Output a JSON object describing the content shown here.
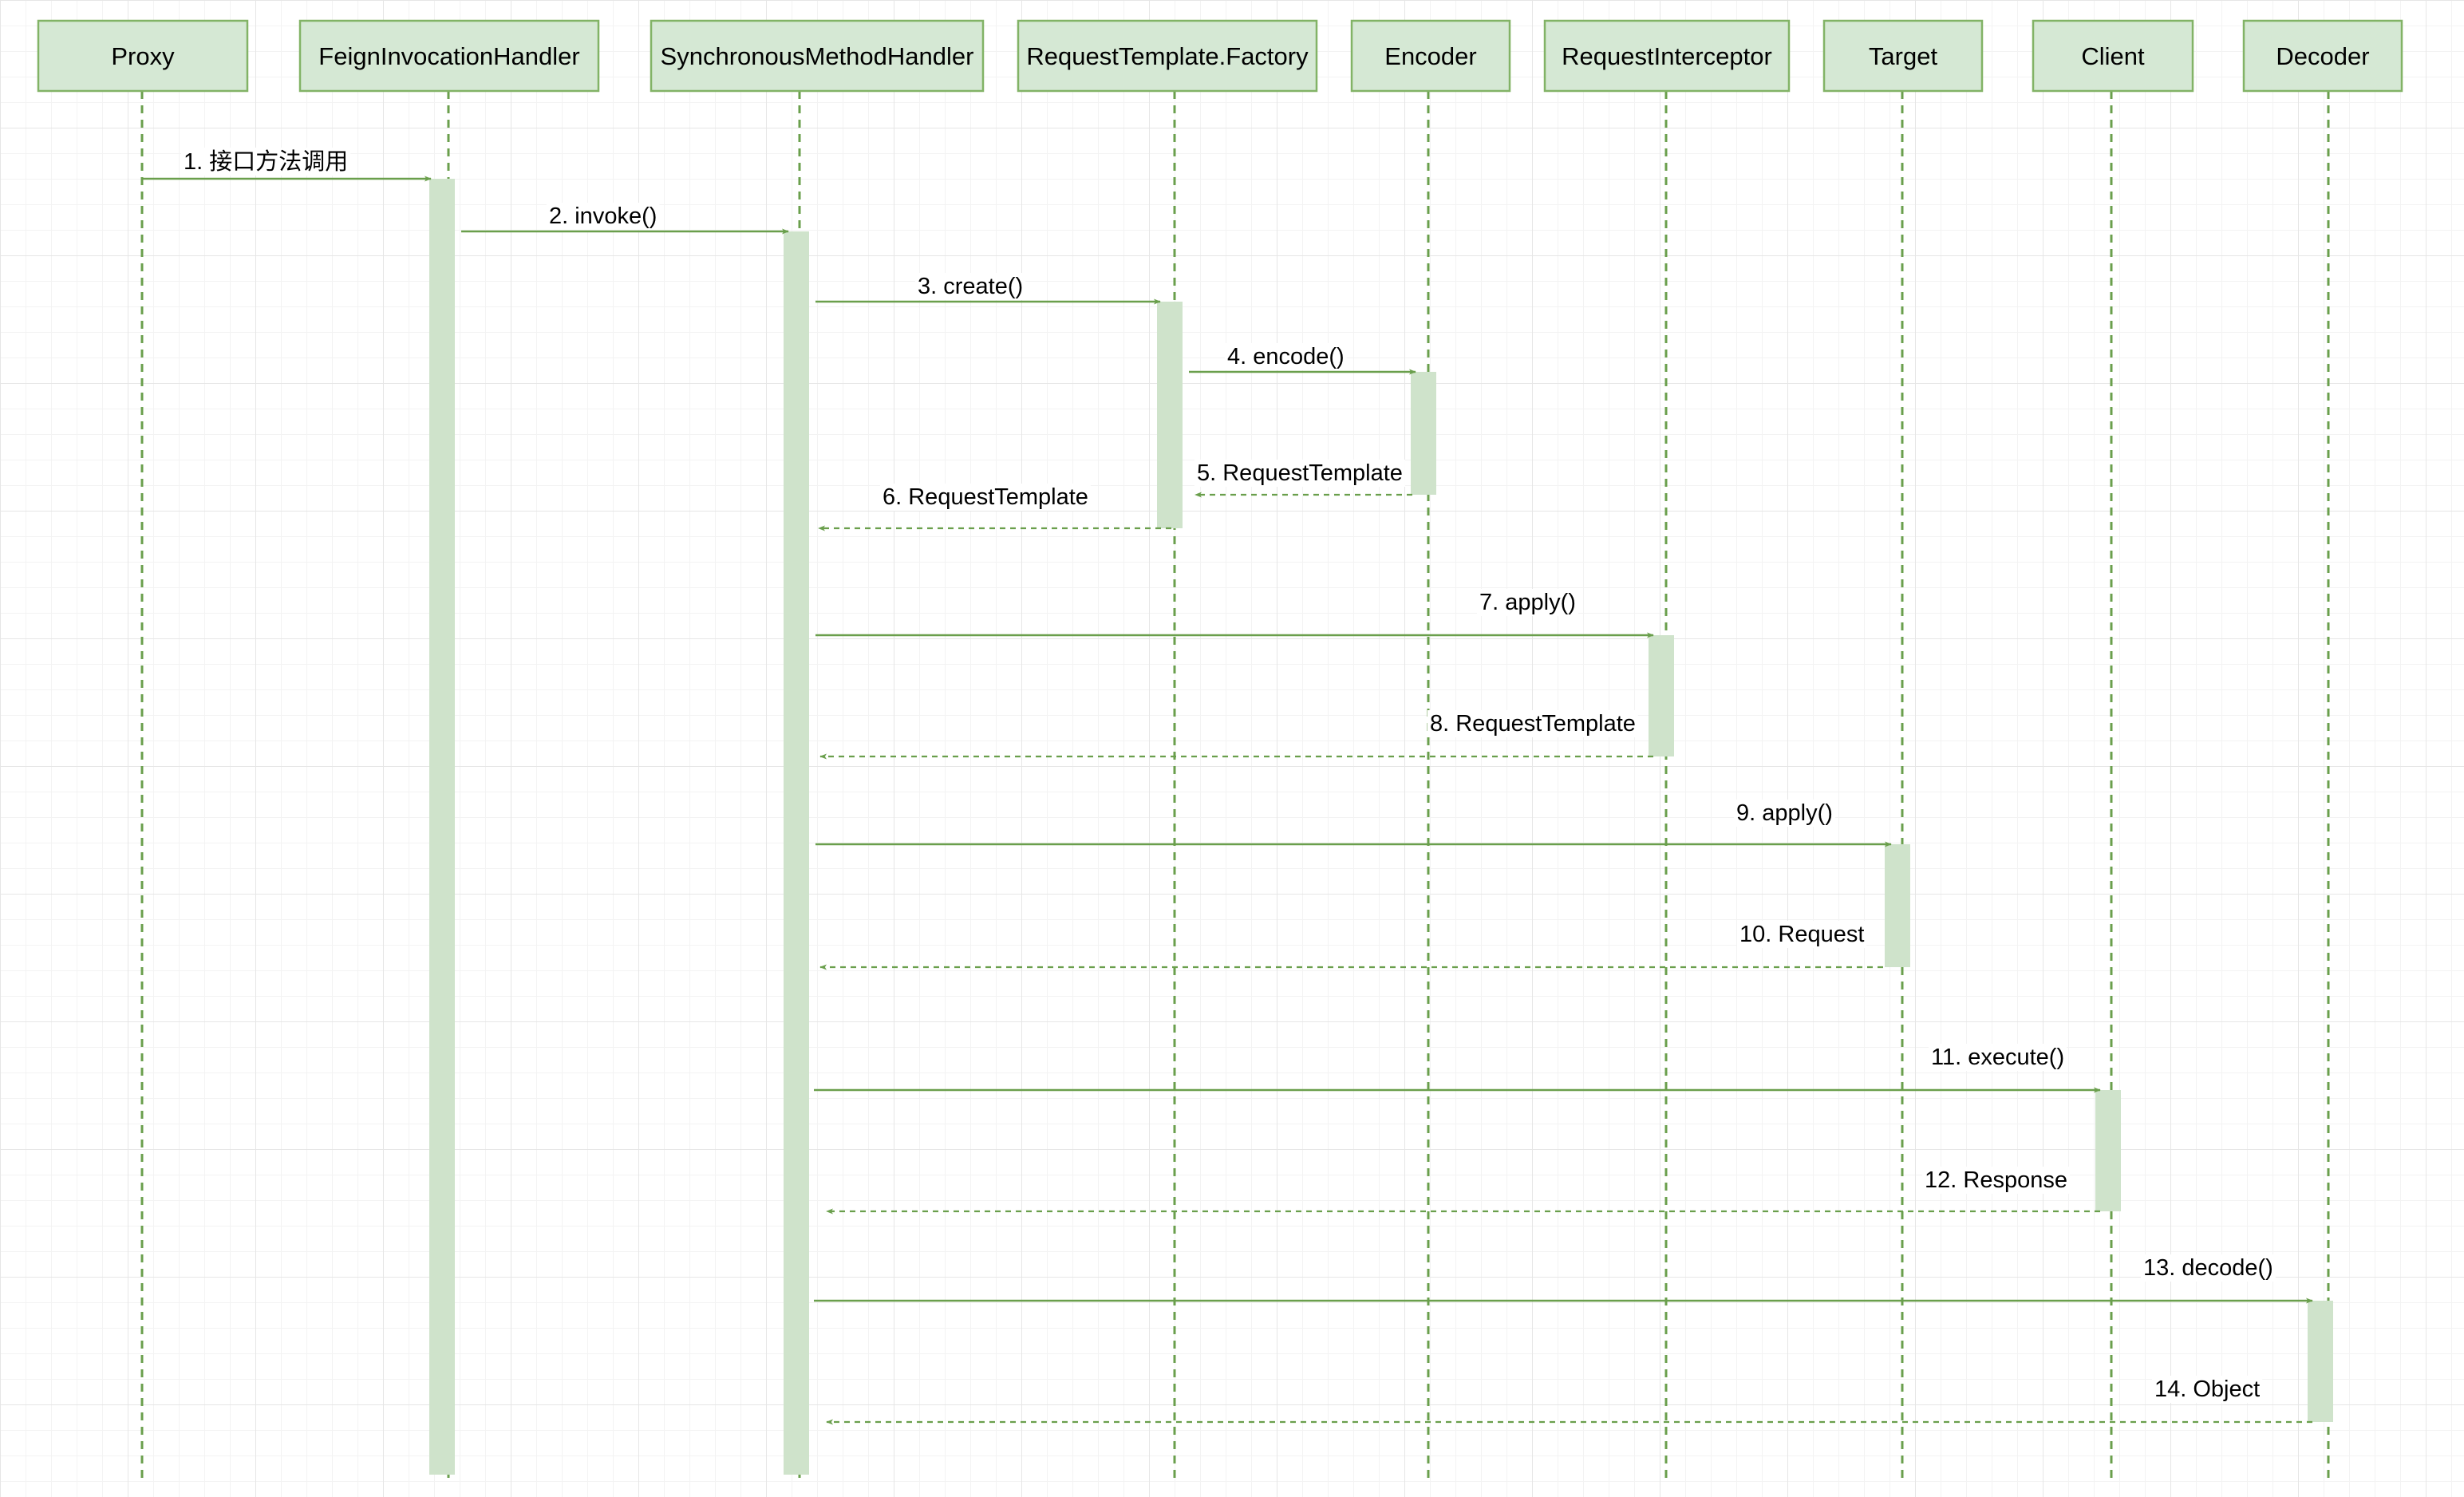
{
  "colors": {
    "box_fill": "#d5e8d4",
    "box_stroke": "#82b366",
    "line": "#6a9f4c",
    "activation_fill": "#cfe3cb"
  },
  "participants": [
    {
      "id": "proxy",
      "label": "Proxy"
    },
    {
      "id": "feign",
      "label": "FeignInvocationHandler"
    },
    {
      "id": "sync",
      "label": "SynchronousMethodHandler"
    },
    {
      "id": "factory",
      "label": "RequestTemplate.Factory"
    },
    {
      "id": "encoder",
      "label": "Encoder"
    },
    {
      "id": "interceptor",
      "label": "RequestInterceptor"
    },
    {
      "id": "target",
      "label": "Target"
    },
    {
      "id": "client",
      "label": "Client"
    },
    {
      "id": "decoder",
      "label": "Decoder"
    }
  ],
  "messages": [
    {
      "id": "m1",
      "from": "proxy",
      "to": "feign",
      "label": "1. 接口方法调用",
      "kind": "call"
    },
    {
      "id": "m2",
      "from": "feign",
      "to": "sync",
      "label": "2. invoke()",
      "kind": "call"
    },
    {
      "id": "m3",
      "from": "sync",
      "to": "factory",
      "label": "3. create()",
      "kind": "call"
    },
    {
      "id": "m4",
      "from": "factory",
      "to": "encoder",
      "label": "4. encode()",
      "kind": "call"
    },
    {
      "id": "m5",
      "from": "encoder",
      "to": "factory",
      "label": "5. RequestTemplate",
      "kind": "return"
    },
    {
      "id": "m6",
      "from": "factory",
      "to": "sync",
      "label": "6. RequestTemplate",
      "kind": "return"
    },
    {
      "id": "m7",
      "from": "sync",
      "to": "interceptor",
      "label": "7. apply()",
      "kind": "call"
    },
    {
      "id": "m8",
      "from": "interceptor",
      "to": "sync",
      "label": "8. RequestTemplate",
      "kind": "return"
    },
    {
      "id": "m9",
      "from": "sync",
      "to": "target",
      "label": "9. apply()",
      "kind": "call"
    },
    {
      "id": "m10",
      "from": "target",
      "to": "sync",
      "label": "10. Request",
      "kind": "return"
    },
    {
      "id": "m11",
      "from": "sync",
      "to": "client",
      "label": "11. execute()",
      "kind": "call"
    },
    {
      "id": "m12",
      "from": "client",
      "to": "sync",
      "label": "12. Response",
      "kind": "return"
    },
    {
      "id": "m13",
      "from": "sync",
      "to": "decoder",
      "label": "13. decode()",
      "kind": "call"
    },
    {
      "id": "m14",
      "from": "decoder",
      "to": "sync",
      "label": "14. Object",
      "kind": "return"
    }
  ]
}
